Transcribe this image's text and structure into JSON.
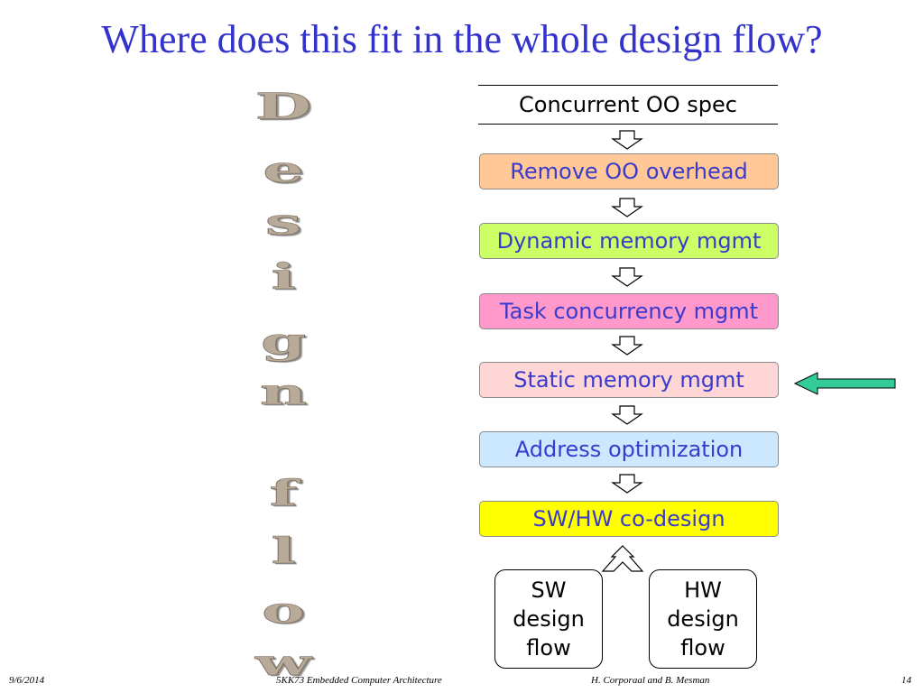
{
  "title": "Where does this fit in the whole design flow?",
  "vertical_word": [
    "D",
    "e",
    "s",
    "i",
    "g",
    "n",
    "f",
    "l",
    "o",
    "w"
  ],
  "spec": "Concurrent OO spec",
  "steps": [
    {
      "label": "Remove OO overhead",
      "color": "#ffc896"
    },
    {
      "label": "Dynamic memory mgmt",
      "color": "#ccff66"
    },
    {
      "label": "Task concurrency mgmt",
      "color": "#ff99cc"
    },
    {
      "label": "Static memory mgmt",
      "color": "#ffd6d6"
    },
    {
      "label": "Address optimization",
      "color": "#cce8ff"
    },
    {
      "label": "SW/HW co-design",
      "color": "#ffff00"
    }
  ],
  "pointer_arrow_color": "#33cc99",
  "sw_flow": {
    "line1": "SW",
    "line2": "design",
    "line3": "flow"
  },
  "hw_flow": {
    "line1": "HW",
    "line2": "design",
    "line3": "flow"
  },
  "footer": {
    "date": "9/6/2014",
    "course": "5KK73 Embedded Computer Architecture",
    "authors": "H. Corporaal and B. Mesman",
    "page": "14"
  }
}
